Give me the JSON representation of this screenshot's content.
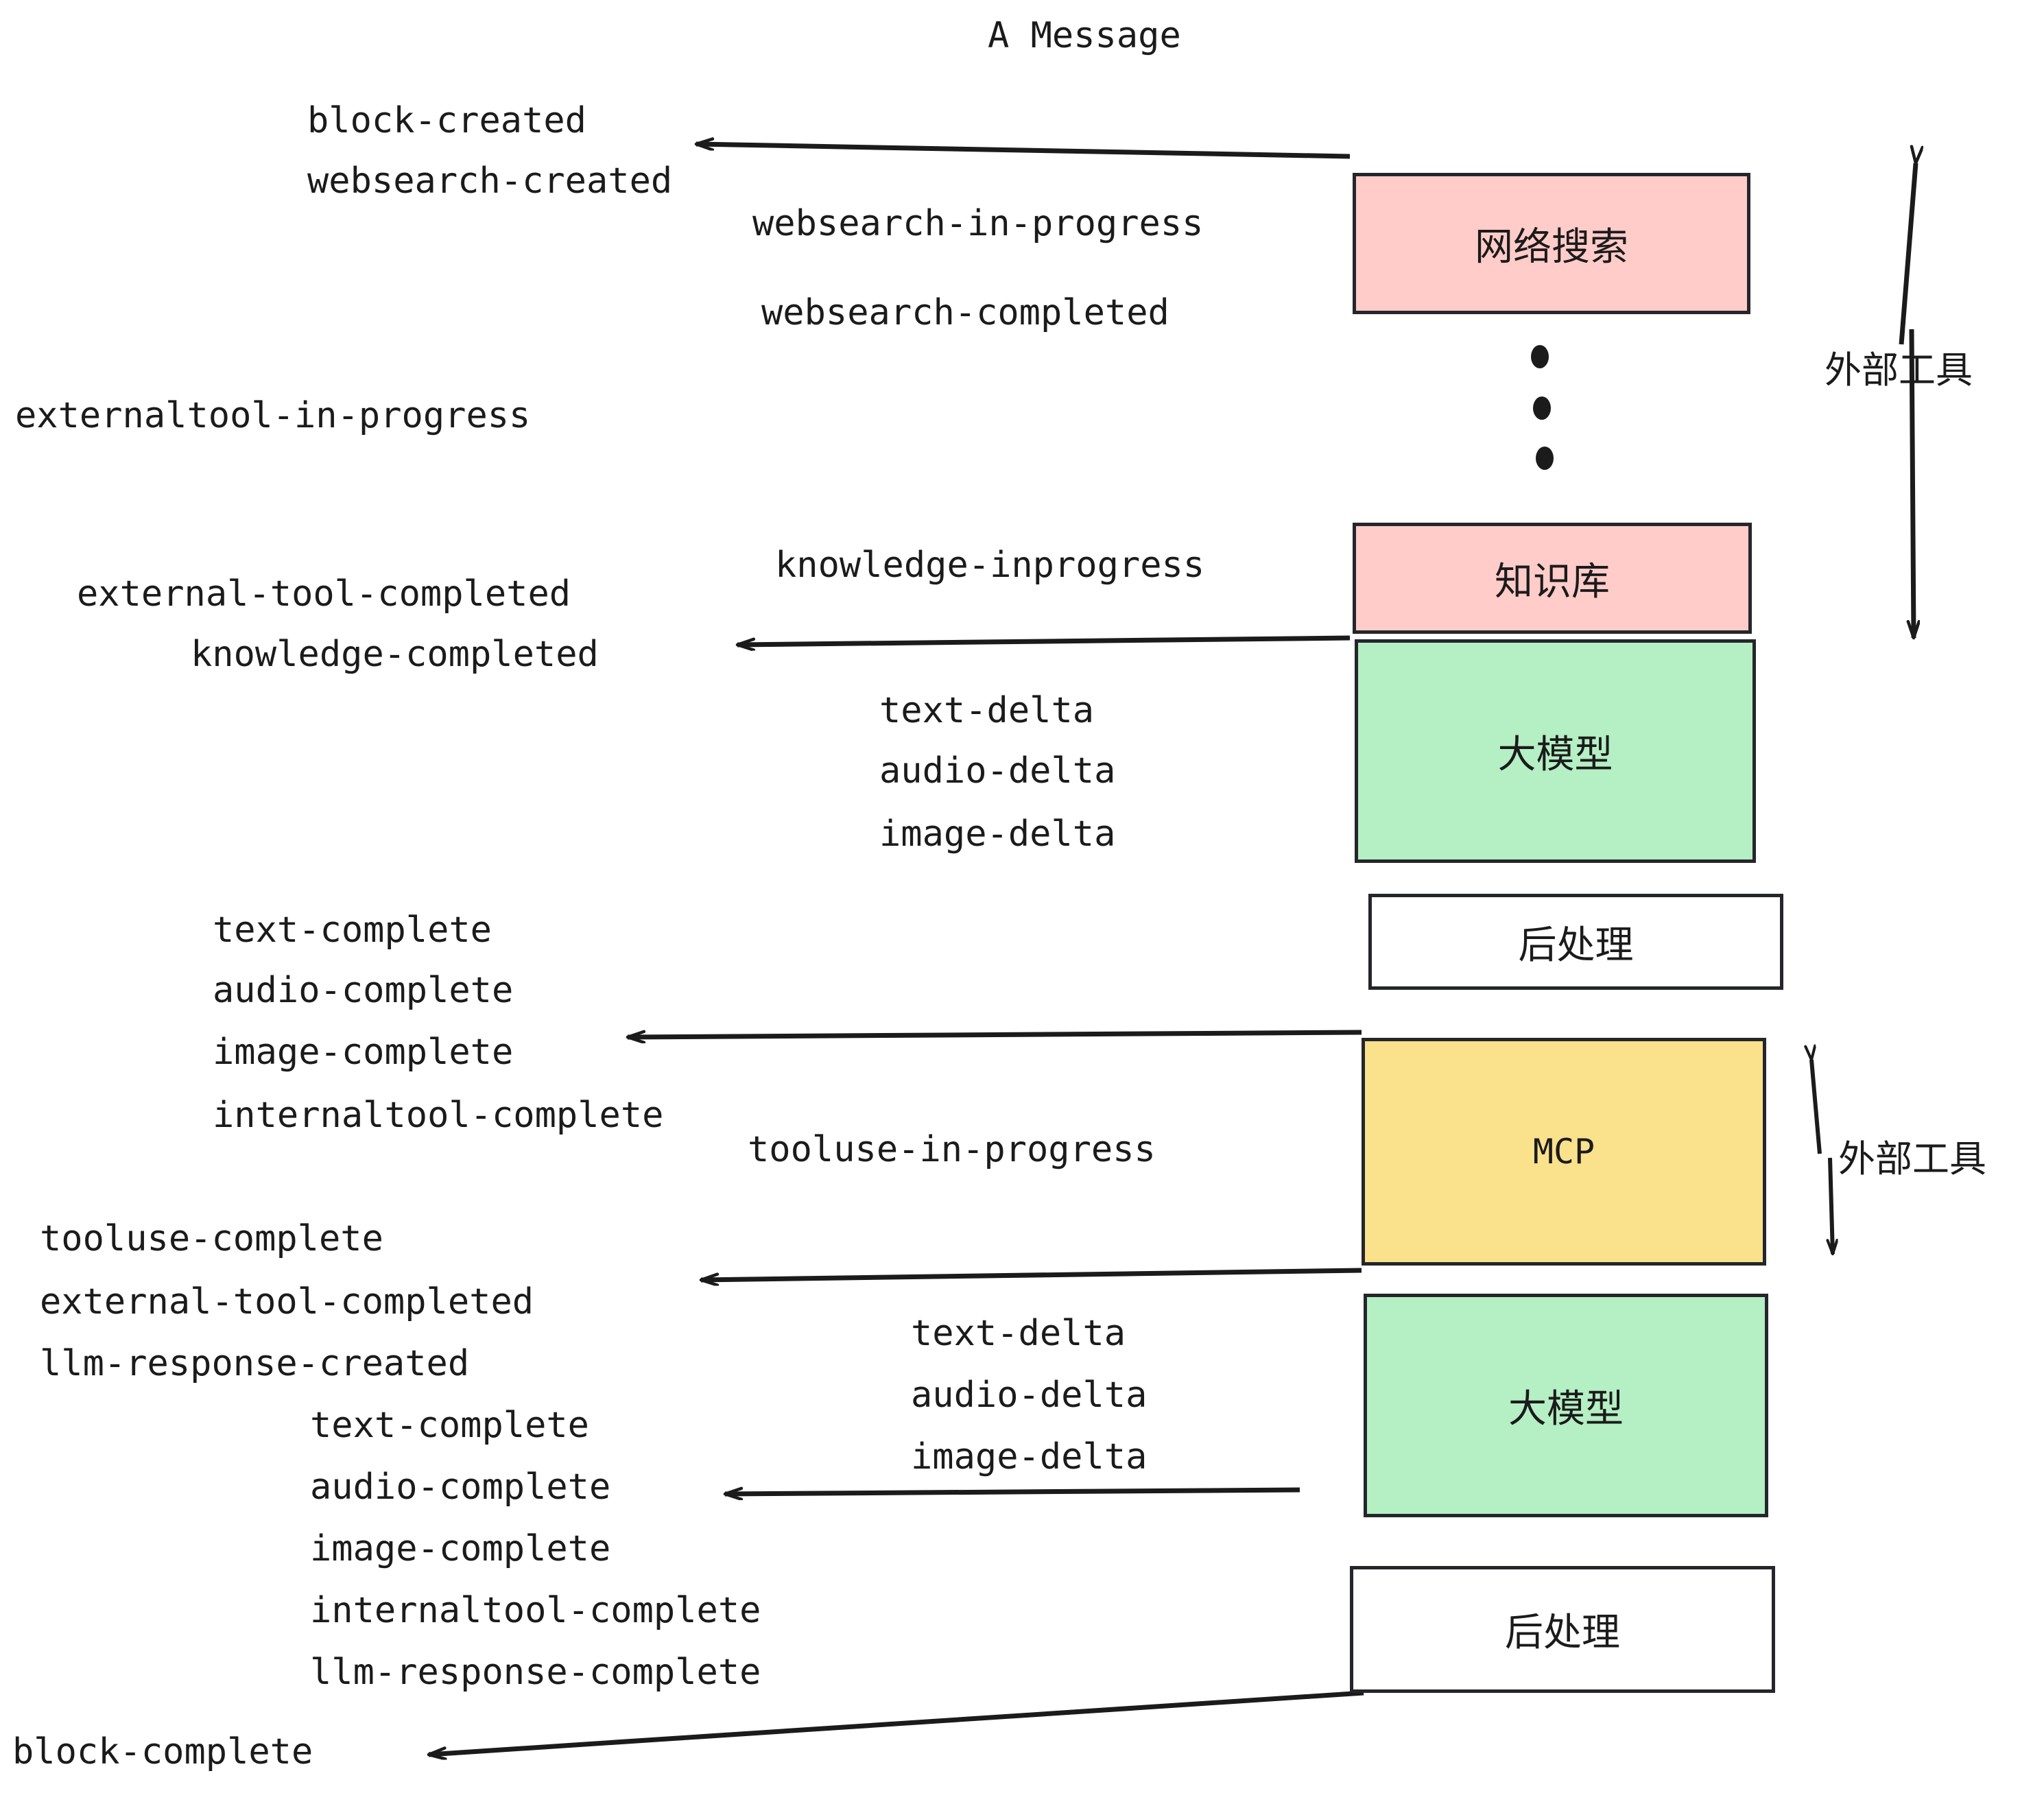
{
  "title": "A Message",
  "colors": {
    "pink": "#FFCCC9",
    "green": "#B5EFC4",
    "yellow": "#FAE18C",
    "white": "#FFFFFF",
    "stroke": "#25262b",
    "text": "#1b1b1b"
  },
  "nodes": [
    {
      "id": "websearch",
      "label": "网络搜索",
      "fill": "pink"
    },
    {
      "id": "knowledge",
      "label": "知识库",
      "fill": "pink"
    },
    {
      "id": "llm-1",
      "label": "大模型",
      "fill": "green"
    },
    {
      "id": "postprocess-1",
      "label": "后处理",
      "fill": "white"
    },
    {
      "id": "mcp",
      "label": "MCP",
      "fill": "yellow"
    },
    {
      "id": "llm-2",
      "label": "大模型",
      "fill": "green"
    },
    {
      "id": "postprocess-2",
      "label": "后处理",
      "fill": "white"
    }
  ],
  "side_labels": [
    {
      "id": "external-tools-top",
      "text": "外部工具"
    },
    {
      "id": "external-tools-bottom",
      "text": "外部工具"
    }
  ],
  "events": [
    {
      "id": "block-created",
      "text": "block-created"
    },
    {
      "id": "websearch-created",
      "text": "websearch-created"
    },
    {
      "id": "websearch-in-progress",
      "text": "websearch-in-progress"
    },
    {
      "id": "websearch-completed",
      "text": "websearch-completed"
    },
    {
      "id": "externaltool-in-progress",
      "text": "externaltool-in-progress"
    },
    {
      "id": "knowledge-inprogress",
      "text": "knowledge-inprogress"
    },
    {
      "id": "external-tool-completed-1",
      "text": "external-tool-completed"
    },
    {
      "id": "knowledge-completed",
      "text": "knowledge-completed"
    },
    {
      "id": "text-delta-1",
      "text": "text-delta"
    },
    {
      "id": "audio-delta-1",
      "text": "audio-delta"
    },
    {
      "id": "image-delta-1",
      "text": "image-delta"
    },
    {
      "id": "text-complete-1",
      "text": "text-complete"
    },
    {
      "id": "audio-complete-1",
      "text": "audio-complete"
    },
    {
      "id": "image-complete-1",
      "text": "image-complete"
    },
    {
      "id": "internaltool-complete-1",
      "text": "internaltool-complete"
    },
    {
      "id": "tooluse-in-progress",
      "text": "tooluse-in-progress"
    },
    {
      "id": "tooluse-complete",
      "text": "tooluse-complete"
    },
    {
      "id": "external-tool-completed-2",
      "text": "external-tool-completed"
    },
    {
      "id": "llm-response-created",
      "text": "llm-response-created"
    },
    {
      "id": "text-delta-2",
      "text": "text-delta"
    },
    {
      "id": "audio-delta-2",
      "text": "audio-delta"
    },
    {
      "id": "image-delta-2",
      "text": "image-delta"
    },
    {
      "id": "text-complete-2",
      "text": "text-complete"
    },
    {
      "id": "audio-complete-2",
      "text": "audio-complete"
    },
    {
      "id": "image-complete-2",
      "text": "image-complete"
    },
    {
      "id": "internaltool-complete-2",
      "text": "internaltool-complete"
    },
    {
      "id": "llm-response-complete",
      "text": "llm-response-complete"
    },
    {
      "id": "block-complete",
      "text": "block-complete"
    }
  ],
  "ellipsis": {
    "id": "vertical-ellipsis",
    "dots": 3
  }
}
